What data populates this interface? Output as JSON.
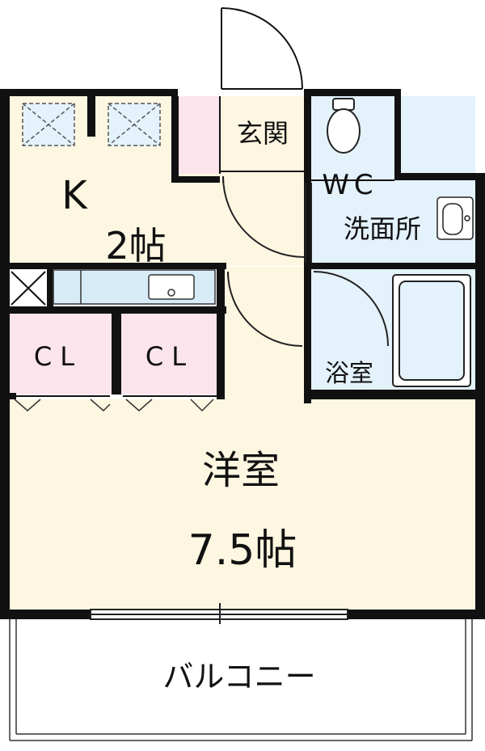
{
  "rooms": {
    "kitchen": {
      "name": "K",
      "size": "2帖"
    },
    "entrance": {
      "name": "玄関"
    },
    "wc": {
      "name": "WC"
    },
    "washroom": {
      "name": "洗面所"
    },
    "bath": {
      "name": "浴室"
    },
    "closet_left": {
      "name": "CL"
    },
    "closet_right": {
      "name": "CL"
    },
    "western_room": {
      "name": "洋室",
      "size": "7.5帖"
    },
    "balcony": {
      "name": "バルコニー"
    }
  },
  "colors": {
    "wall": "#111111",
    "living_floor": "#fdf6e1",
    "wet_floor": "#e4f2fb",
    "closet_floor": "#fbe4ec",
    "balcony_floor": "#ffffff",
    "fixture": "#d8ecf8"
  }
}
